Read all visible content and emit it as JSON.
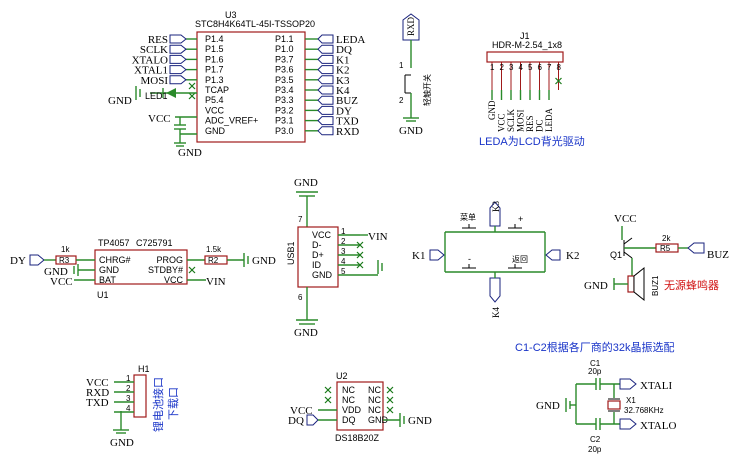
{
  "u3": {
    "ref": "U3",
    "part": "STC8H4K64TL-45I-TSSOP20",
    "left_pins": [
      "P1.4",
      "P1.5",
      "P1.6",
      "P1.7",
      "P1.3",
      "TCAP",
      "P5.4",
      "VCC",
      "ADC_VREF+",
      "GND"
    ],
    "right_pins": [
      "P1.1",
      "P1.0",
      "P3.7",
      "P3.6",
      "P3.5",
      "P3.4",
      "P3.3",
      "P3.2",
      "P3.1",
      "P3.0"
    ],
    "left_nets": [
      "RES",
      "SCLK",
      "XTALO",
      "XTAL1",
      "MOSI"
    ],
    "right_nets": [
      "LEDA",
      "DQ",
      "K1",
      "K2",
      "K3",
      "K4",
      "BUZ",
      "DY",
      "TXD",
      "RXD"
    ],
    "led_label": "LED1",
    "gnd": "GND",
    "vcc": "VCC"
  },
  "rxd_switch": {
    "net": "RXD",
    "label": "轻触开关",
    "gnd": "GND",
    "pins": [
      "1",
      "2"
    ]
  },
  "j1": {
    "ref": "J1",
    "part": "HDR-M-2.54_1x8",
    "pins": [
      "1",
      "2",
      "3",
      "4",
      "5",
      "6",
      "7",
      "8"
    ],
    "nets": [
      "GND",
      "VCC",
      "SCLK",
      "MOSI",
      "RES",
      "DC",
      "LEDA"
    ],
    "note": "LEDA为LCD背光驱动"
  },
  "u1": {
    "ref": "U1",
    "part": "TP4057",
    "part2": "C725791",
    "left_pins": [
      "CHRG#",
      "GND",
      "BAT"
    ],
    "right_pins": [
      "PROG",
      "STDBY#",
      "VCC"
    ],
    "r3": "R3",
    "r3_val": "1k",
    "r2": "R2",
    "r2_val": "1.5k",
    "dy": "DY",
    "gnd": "GND",
    "vcc": "VCC",
    "vin": "VIN"
  },
  "usb1": {
    "ref": "USB1",
    "pins": [
      "VCC",
      "D-",
      "D+",
      "ID",
      "GND"
    ],
    "gnd": "GND",
    "vin": "VIN",
    "pin_top": "7",
    "pin_bottom": "6"
  },
  "keys": {
    "k1": "K1",
    "k2": "K2",
    "k3": "K3",
    "k4": "K4",
    "menu": "菜单",
    "plus": "+",
    "minus": "-",
    "back": "返回"
  },
  "buzzer": {
    "vcc": "VCC",
    "q": "Q1",
    "r": "R5",
    "r_val": "2k",
    "net": "BUZ",
    "part": "BUZ1",
    "note": "无源蜂鸣器",
    "gnd": "GND"
  },
  "h1": {
    "ref": "H1",
    "nets": [
      "VCC",
      "RXD",
      "TXD"
    ],
    "pins": [
      "1",
      "2",
      "3",
      "4"
    ],
    "gnd": "GND",
    "note": "锂电池接口",
    "note2": "下载口"
  },
  "u2": {
    "ref": "U2",
    "part": "DS18B20Z",
    "left_pins": [
      "NC",
      "NC",
      "VDD",
      "DQ"
    ],
    "right_pins": [
      "NC",
      "NC",
      "NC",
      "GND"
    ],
    "vcc": "VCC",
    "dq": "DQ",
    "gnd": "GND"
  },
  "crystal": {
    "note": "C1-C2根据各厂商的32k晶振选配",
    "c1": "C1",
    "c1_val": "20p",
    "c2": "C2",
    "c2_val": "20p",
    "x1": "X1",
    "x1_val": "32.768KHz",
    "xtali": "XTALI",
    "xtalo": "XTALO",
    "gnd": "GND"
  },
  "colors": {
    "wire": "#2a8a2a",
    "body": "#a01a1a",
    "port": "#1a237e",
    "note_blue": "#1a35c8",
    "note_red": "#d01010"
  }
}
